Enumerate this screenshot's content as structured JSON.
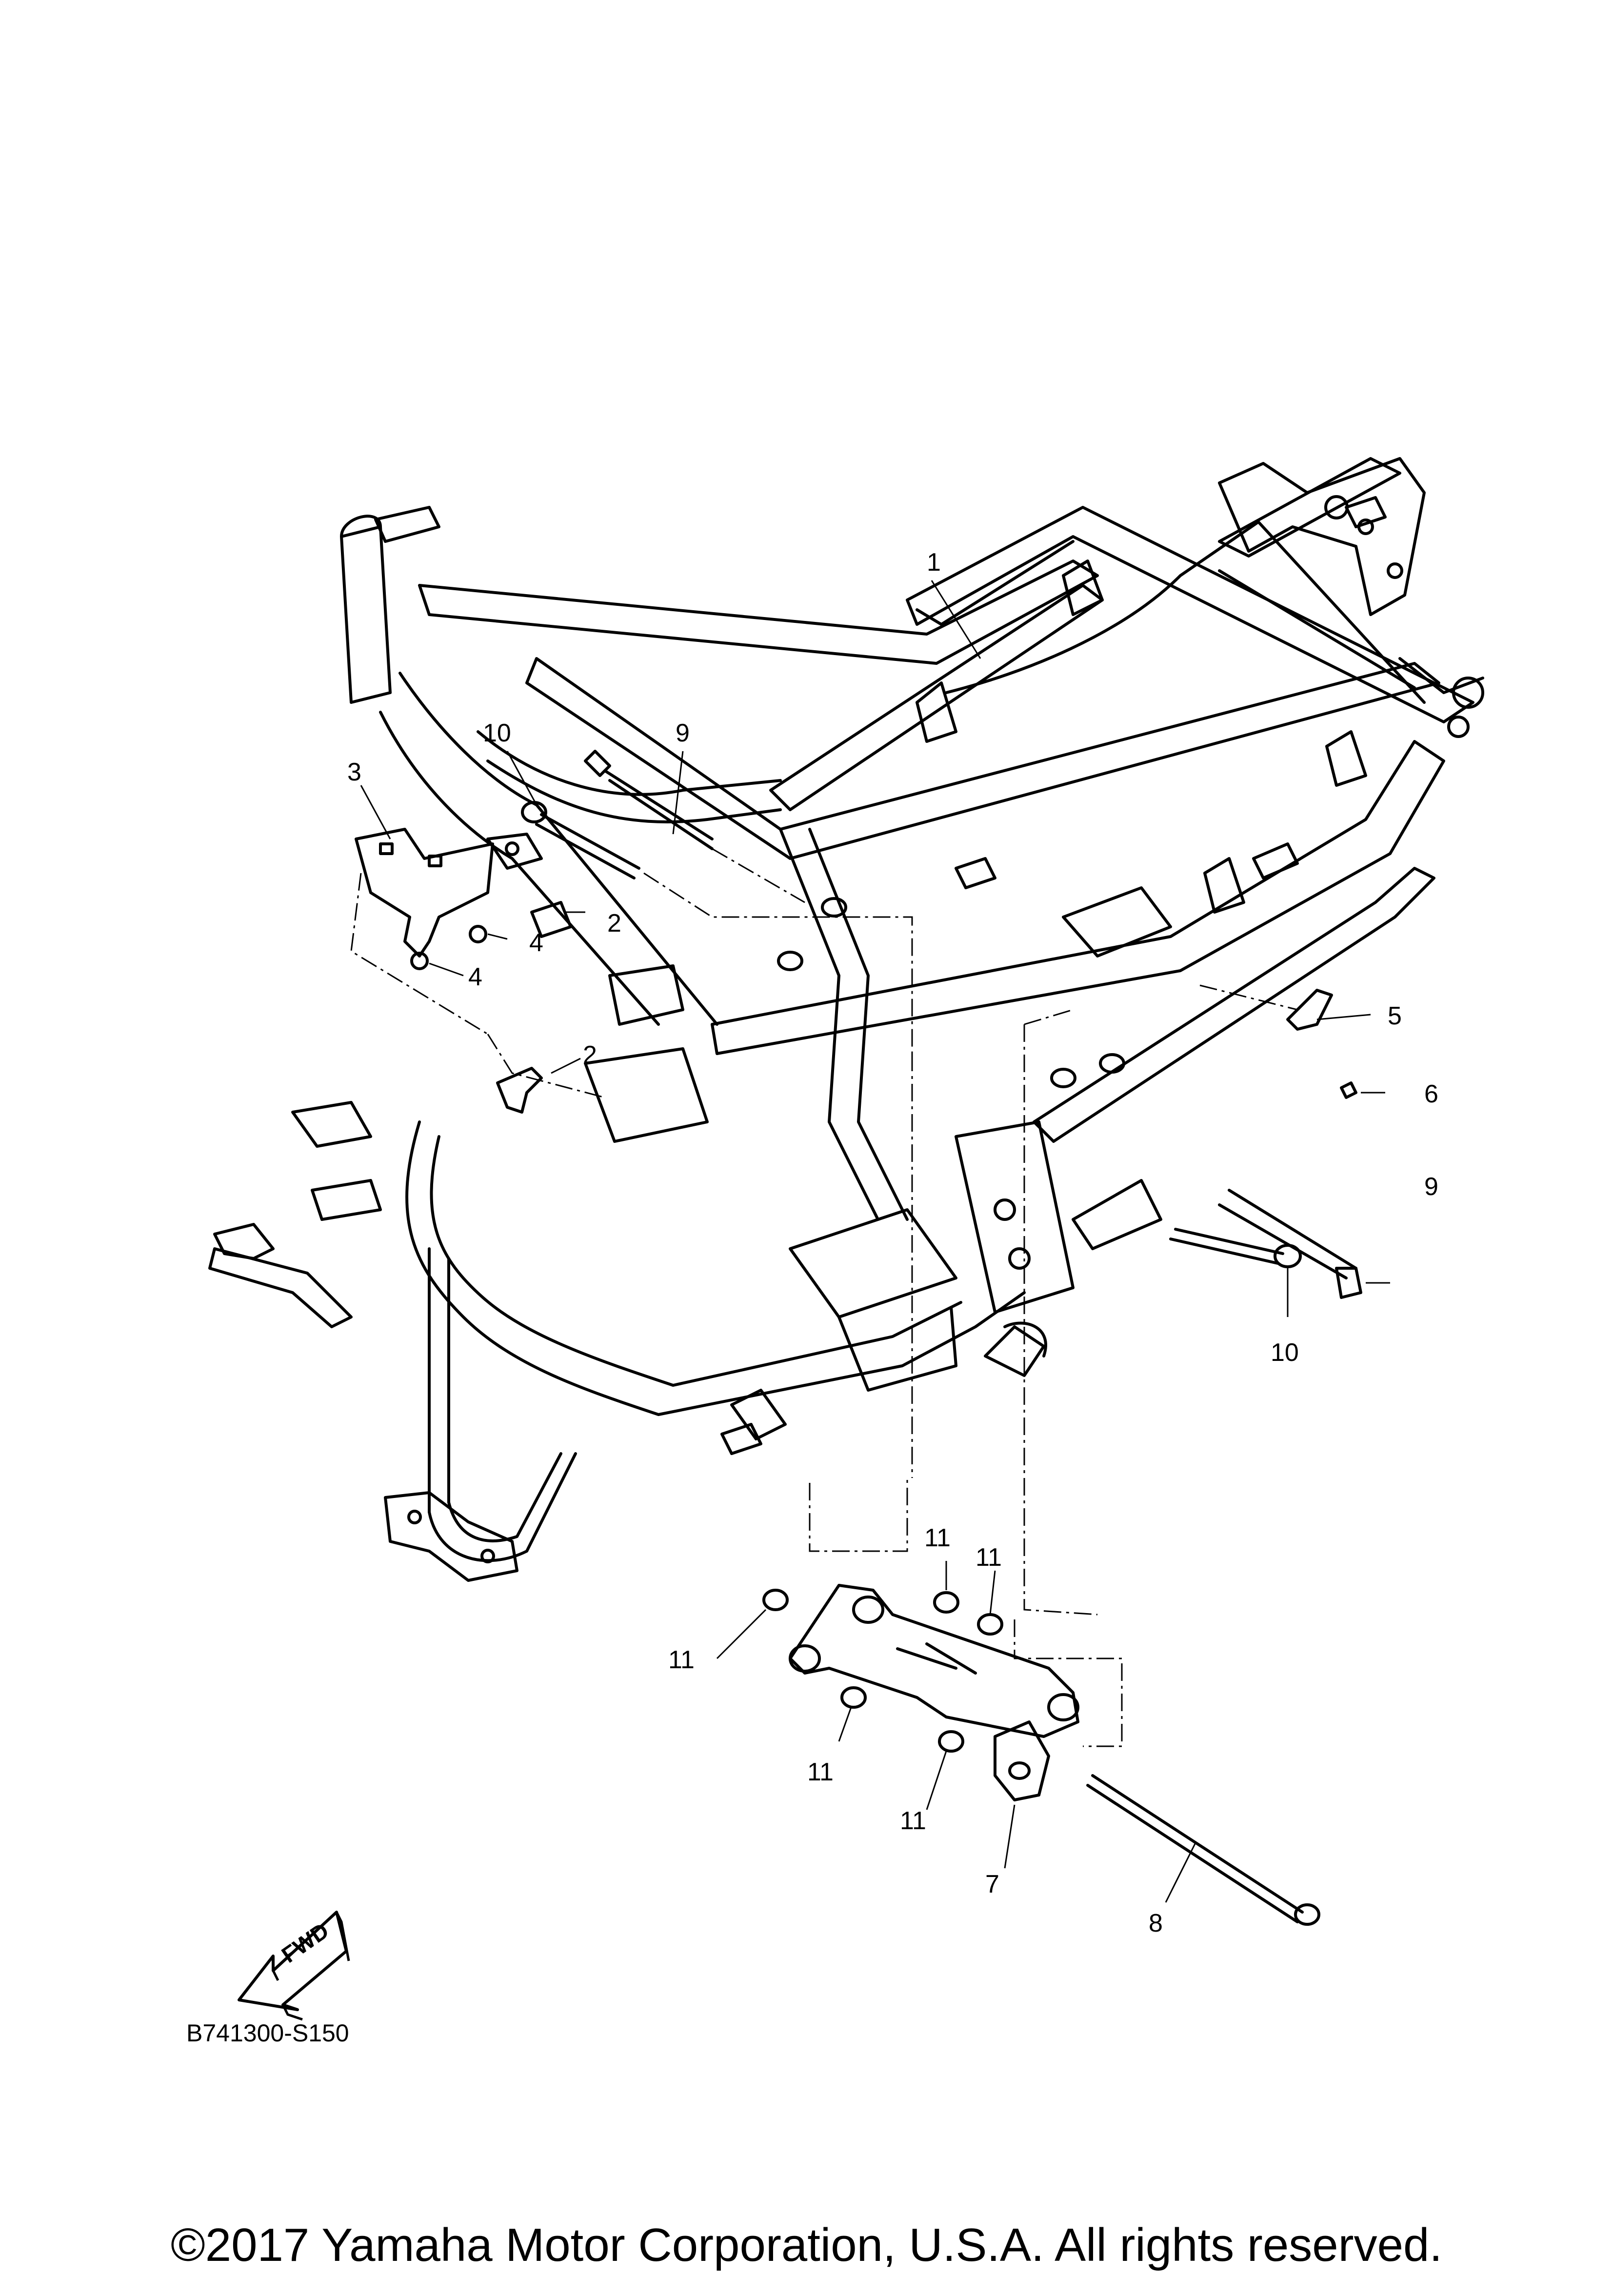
{
  "callouts": {
    "c1": "1",
    "c2a": "2",
    "c2b": "2",
    "c3": "3",
    "c4a": "4",
    "c4b": "4",
    "c5": "5",
    "c6": "6",
    "c7": "7",
    "c8": "8",
    "c9a": "9",
    "c9b": "9",
    "c10a": "10",
    "c10b": "10",
    "c11a": "11",
    "c11b": "11",
    "c11c": "11",
    "c11d": "11",
    "c11e": "11"
  },
  "fwd_label": "FWD",
  "diagram_code": "B741300-S150",
  "copyright": "©2017 Yamaha Motor Corporation, U.S.A. All rights reserved."
}
